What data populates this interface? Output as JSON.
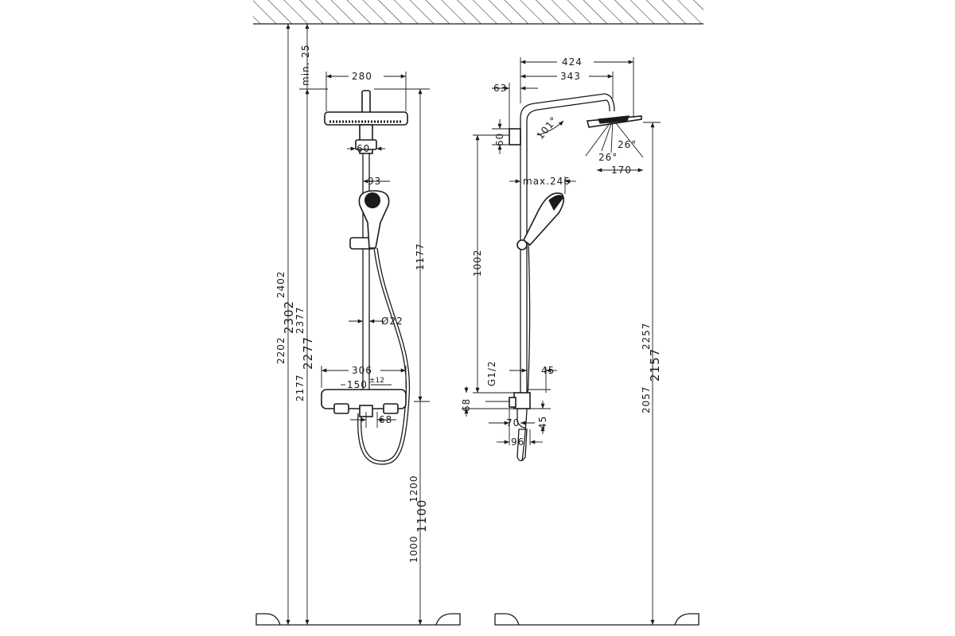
{
  "colors": {
    "line": "#1a1a1a",
    "background": "#ffffff"
  },
  "front_view": {
    "dim_min_clearance": "min. 25",
    "dim_head_width": "280",
    "dim_arm_width": "60",
    "dim_handshower": "93",
    "dim_height_upper": "1177",
    "dim_pipe_diameter": "Ø22",
    "dim_thermostat_width": "306",
    "dim_center_distance": "150",
    "dim_center_tolerance": "±12",
    "dim_outlet_offset": "68",
    "dim_total_min": "2202",
    "dim_total_mid": "2302",
    "dim_total_max": "2402",
    "dim_head_min": "2177",
    "dim_head_mid": "2277",
    "dim_head_max": "2377",
    "dim_mount_min": "1000",
    "dim_mount_mid": "1100",
    "dim_mount_max": "1200"
  },
  "side_view": {
    "dim_projection_total": "424",
    "dim_projection_arm": "343",
    "dim_wall_bracket": "63",
    "dim_bracket_height": "60",
    "dim_arm_angle": "101°",
    "dim_spray_angle_a": "26°",
    "dim_spray_angle_b": "26°",
    "dim_head_diameter": "170",
    "dim_handshower_reach": "max.246",
    "dim_rail_length": "1002",
    "dim_connection": "G1/2",
    "dim_valve_depth": "45",
    "dim_valve_height": "68",
    "dim_wall_offset": "70",
    "dim_outlet_depth": "45",
    "dim_spout": "96",
    "dim_overhead_min": "2057",
    "dim_overhead_mid": "2157",
    "dim_overhead_max": "2257"
  }
}
